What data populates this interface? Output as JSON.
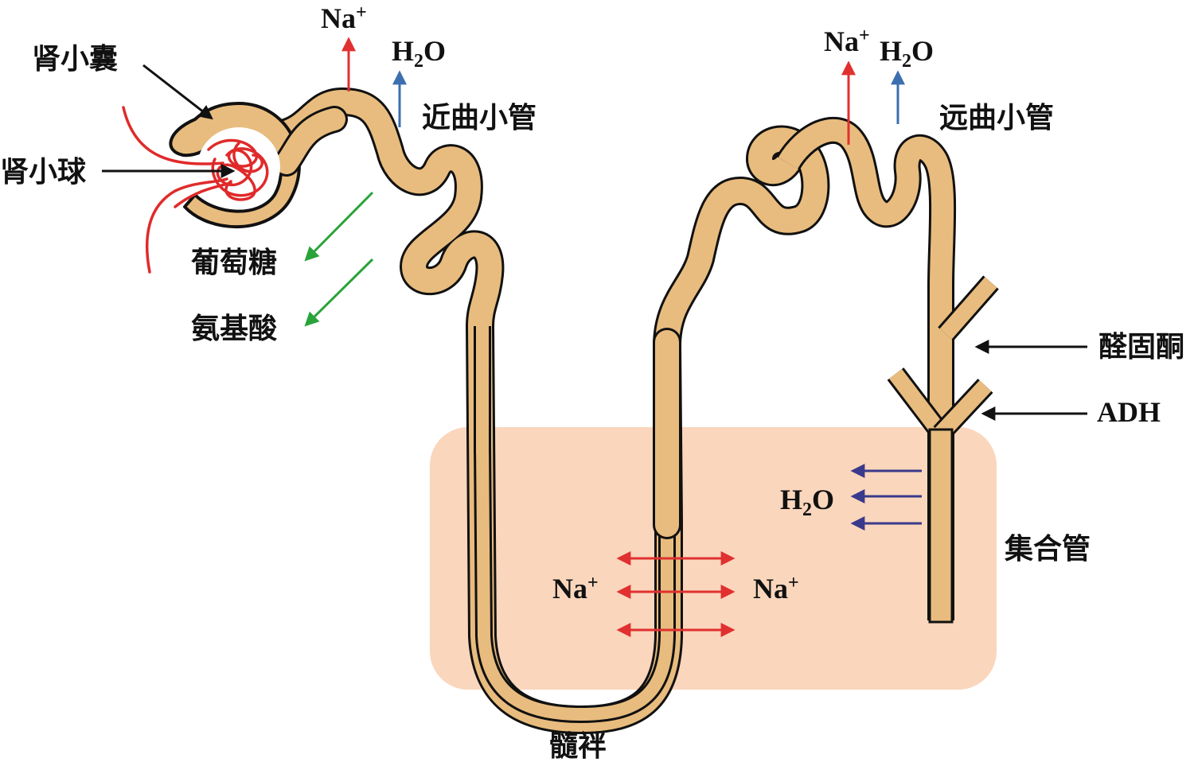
{
  "labels": {
    "renal_capsule": "肾小囊",
    "glomerulus": "肾小球",
    "proximal_tubule": "近曲小管",
    "distal_tubule": "远曲小管",
    "glucose": "葡萄糖",
    "amino_acid": "氨基酸",
    "loop_of_henle": "髓袢",
    "collecting_duct": "集合管",
    "aldosterone": "醛固酮",
    "adh": "ADH"
  },
  "ions": {
    "na": "Na",
    "na_charge": "+",
    "h": "H",
    "h_sub": "2",
    "o": "O"
  },
  "colors": {
    "tubule_fill": "#E8BC7E",
    "tubule_stroke": "#111111",
    "medulla_zone": "#FAD6BC",
    "na_arrow": "#E03030",
    "h2o_arrow_up": "#3B6FB0",
    "h2o_arrow_in": "#3A3A8C",
    "nutrient_arrow": "#2AA33A",
    "pointer_arrow": "#111111",
    "vessel": "#E02A2A"
  }
}
